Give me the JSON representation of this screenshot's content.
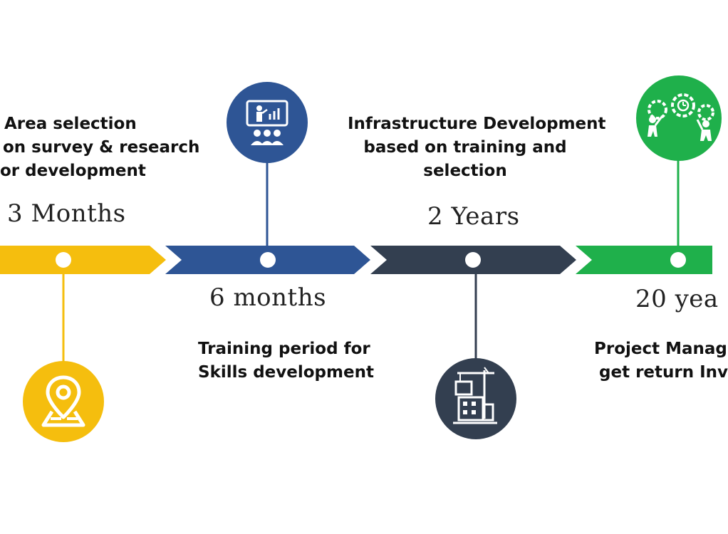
{
  "colors": {
    "stage1": "#F5BE0E",
    "stage2": "#2E5595",
    "stage3": "#333F50",
    "stage4": "#1FB04B",
    "node": "#ffffff"
  },
  "stages": [
    {
      "icon": "map-pin-icon",
      "duration": "3 Months",
      "description": [
        "Area selection",
        "on survey & research",
        "or development"
      ]
    },
    {
      "icon": "presentation-training-icon",
      "duration": "6 months",
      "description": [
        "Training period for",
        "Skills development"
      ]
    },
    {
      "icon": "building-construction-crane-icon",
      "duration": "2 Years",
      "description": [
        "Infrastructure Development",
        "based on training and",
        "selection"
      ]
    },
    {
      "icon": "teamwork-gears-clock-icon",
      "duration": "20 yea",
      "description": [
        "Project Manag",
        "get return Inv"
      ]
    }
  ]
}
